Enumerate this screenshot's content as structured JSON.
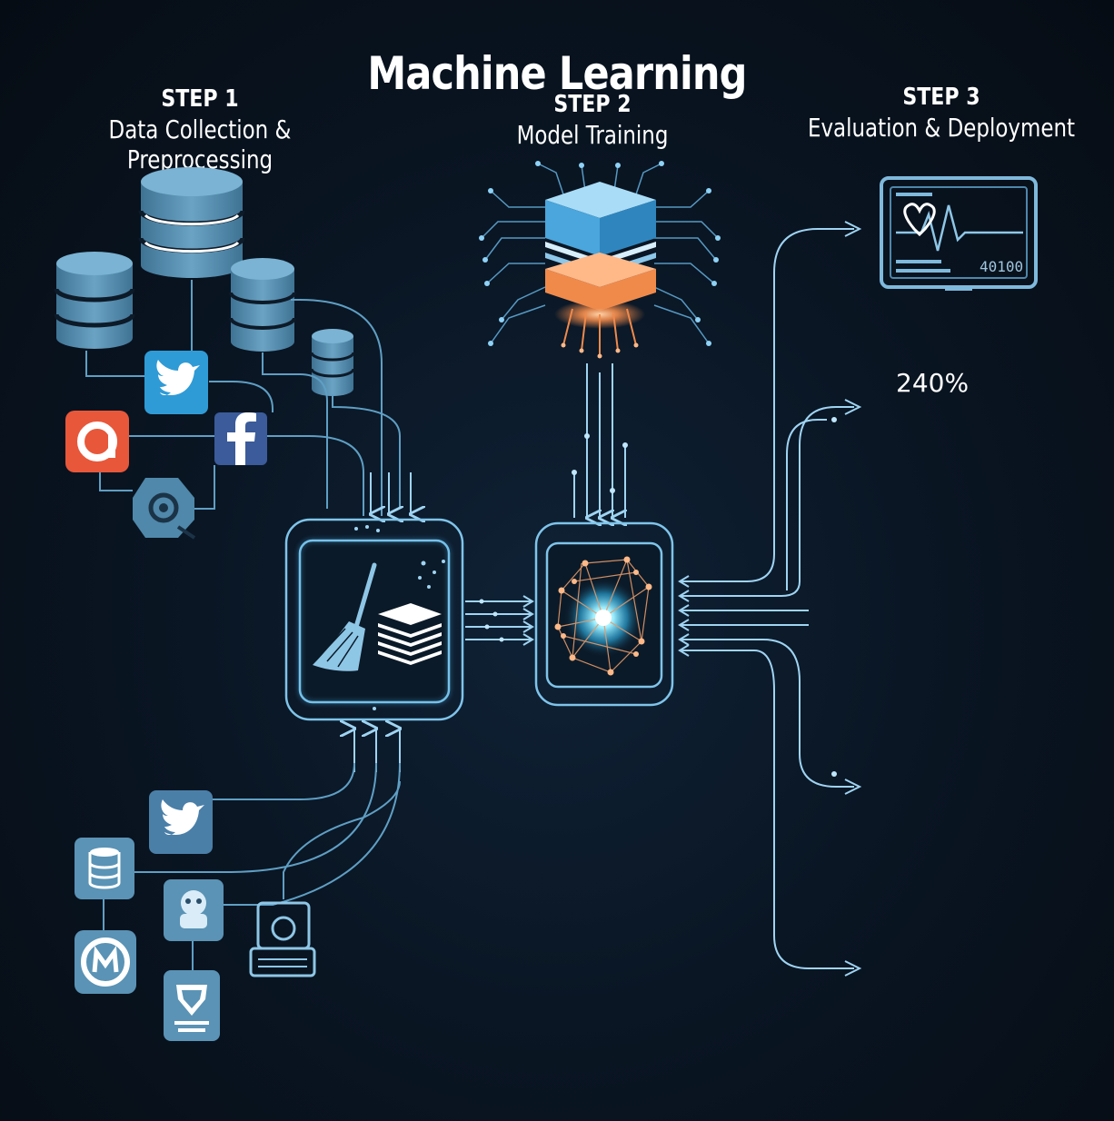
{
  "title": "Machine Learning",
  "steps": [
    {
      "number": "STEP 1",
      "name": "Data Collection & Preprocessing"
    },
    {
      "number": "STEP 2",
      "name": "Model Training"
    },
    {
      "number": "STEP 3",
      "name": "Evaluation & Deployment"
    }
  ],
  "dashboard": {
    "percent_label": "240%",
    "monitor_readout": "40100"
  },
  "colors": {
    "accent": "#7fc4ea",
    "node_glow": "#4fd0ff",
    "orange": "#f08a4b",
    "icon_blue": "#5a93b5",
    "background": "#0a1624"
  },
  "icons": [
    "database-icon",
    "twitter-icon",
    "facebook-icon",
    "app-a-icon",
    "gear-chip-icon",
    "broom-icon",
    "stacked-layers-icon",
    "neural-network-icon",
    "layered-cube-icon",
    "heartbeat-monitor-icon",
    "bar-chart-icon",
    "line-chart-icon",
    "robot-arm-icon"
  ]
}
